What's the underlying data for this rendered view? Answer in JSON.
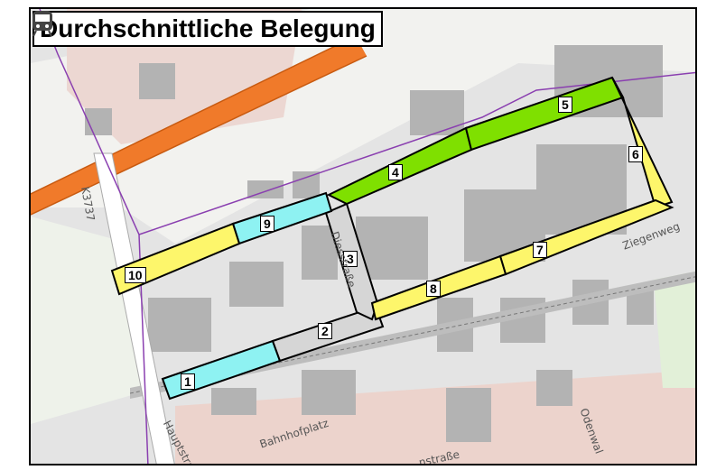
{
  "title": "Durchschnittliche Belegung",
  "colors": {
    "green": "#7fe000",
    "yellow": "#fdf66b",
    "cyan": "#8ef2f2",
    "gray": "#d6d6d6",
    "outline": "#000000",
    "boundary": "#8a3fb0",
    "highway": "#f07a2a"
  },
  "segments": [
    {
      "id": "1",
      "label": "1",
      "color": "cyan"
    },
    {
      "id": "2",
      "label": "2",
      "color": "gray"
    },
    {
      "id": "3",
      "label": "3",
      "color": "gray"
    },
    {
      "id": "4",
      "label": "4",
      "color": "green"
    },
    {
      "id": "5",
      "label": "5",
      "color": "green"
    },
    {
      "id": "6",
      "label": "6",
      "color": "yellow"
    },
    {
      "id": "7",
      "label": "7",
      "color": "yellow"
    },
    {
      "id": "8",
      "label": "8",
      "color": "yellow"
    },
    {
      "id": "9",
      "label": "9",
      "color": "cyan"
    },
    {
      "id": "10",
      "label": "10",
      "color": "yellow"
    }
  ],
  "streets": {
    "k3737": "K3737",
    "diesstrasse": "Diesstraße",
    "hauptstrasse": "Hauptstraße",
    "bahnhofplatz": "Bahnhofplatz",
    "ziegenweg": "Ziegenweg",
    "odenwald": "Odenwal",
    "lstrasse": "nstraße"
  },
  "icons": {
    "station": "train-station-icon"
  }
}
